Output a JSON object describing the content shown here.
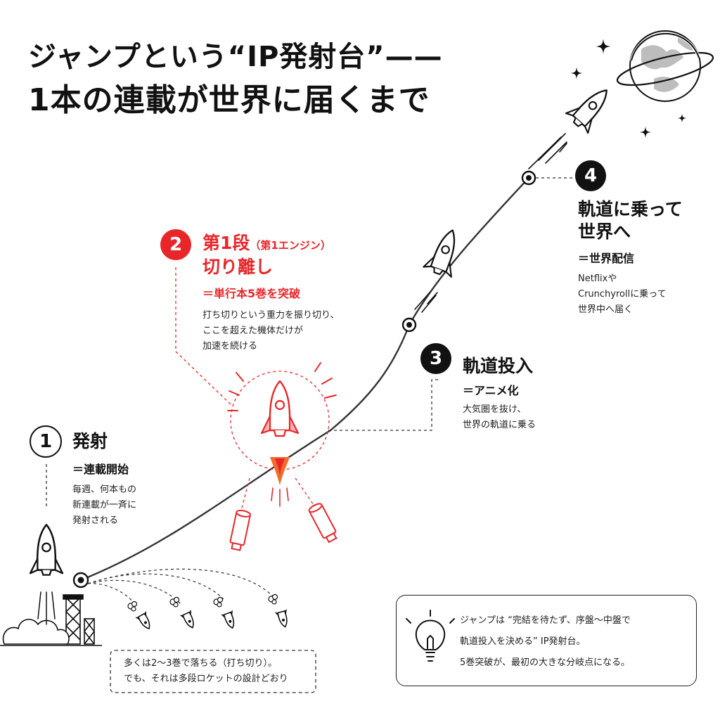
{
  "title": {
    "line1": "ジャンプという“IP発射台”——",
    "line2": "1本の連載が世界に届くまで"
  },
  "steps": [
    {
      "number": "1",
      "heading": "発射",
      "equals": "＝連載開始",
      "body": [
        "毎週、何本もの",
        "新連載が一斉に",
        "発射される"
      ]
    },
    {
      "number": "2",
      "heading_main": "第1段",
      "heading_small": "（第1エンジン）",
      "heading_line2": "切り離し",
      "equals": "＝単行本5巻を突破",
      "body": [
        "打ち切りという重力を振り切り、",
        "ここを超えた機体だけが",
        "加速を続ける"
      ]
    },
    {
      "number": "3",
      "heading": "軌道投入",
      "equals": "＝アニメ化",
      "body": [
        "大気圏を抜け、",
        "世界の軌道に乗る"
      ]
    },
    {
      "number": "4",
      "heading_line1": "軌道に乗って",
      "heading_line2": "世界へ",
      "equals": "＝世界配信",
      "body": [
        "Netflixや",
        "Crunchyrollに乗って",
        "世界中へ届く"
      ]
    }
  ],
  "fallen_note": [
    "多くは2〜3巻で落ちる（打ち切り）。",
    "でも、それは多段ロケットの設計どおり"
  ],
  "tip": [
    "ジャンプは “完結を待たず、序盤〜中盤で",
    "軌道投入を決める” IP発射台。",
    "5巻突破が、最初の大きな分岐点になる。"
  ],
  "icons": {
    "rocket": "rocket-icon",
    "planet": "planet-icon",
    "star": "sparkle-icon",
    "lightbulb": "lightbulb-icon",
    "launch_tower": "launch-tower-icon",
    "falling_rocket": "falling-rocket-icon",
    "booster": "booster-icon"
  },
  "colors": {
    "accent": "#e8262a",
    "ink": "#111111"
  }
}
